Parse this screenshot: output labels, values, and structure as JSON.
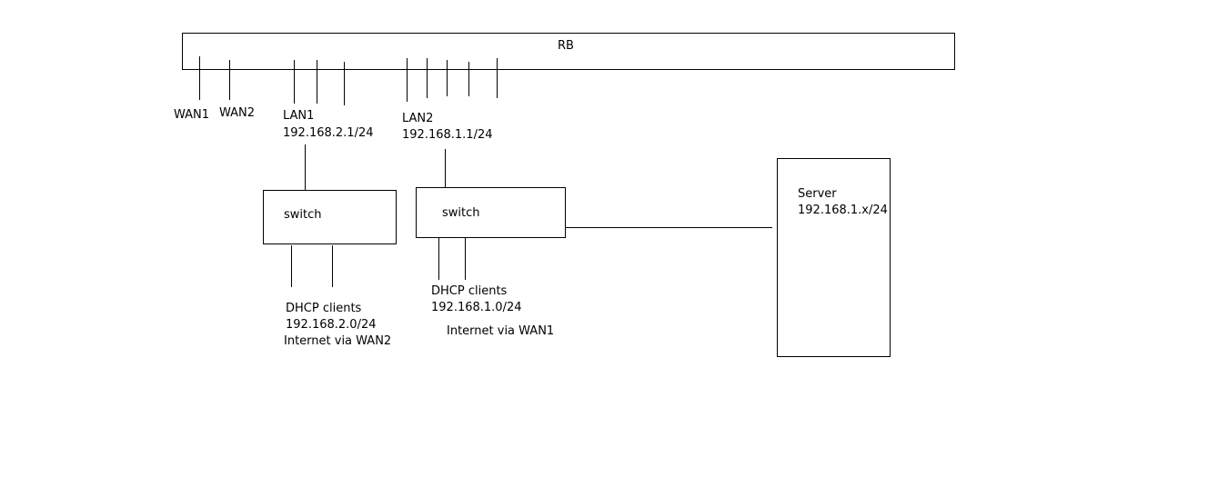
{
  "router": {
    "label": "RB"
  },
  "ports": {
    "wan1": "WAN1",
    "wan2": "WAN2",
    "lan1": {
      "name": "LAN1",
      "ip": "192.168.2.1/24"
    },
    "lan2": {
      "name": "LAN2",
      "ip": "192.168.1.1/24"
    }
  },
  "switch_left": {
    "label": "switch"
  },
  "switch_right": {
    "label": "switch"
  },
  "clients_left": {
    "title": "DHCP clients",
    "subnet": "192.168.2.0/24",
    "internet": "Internet via WAN2"
  },
  "clients_right": {
    "title": "DHCP clients",
    "subnet": "192.168.1.0/24",
    "internet": "Internet via WAN1"
  },
  "server": {
    "label": "Server",
    "ip": "192.168.1.x/24"
  }
}
